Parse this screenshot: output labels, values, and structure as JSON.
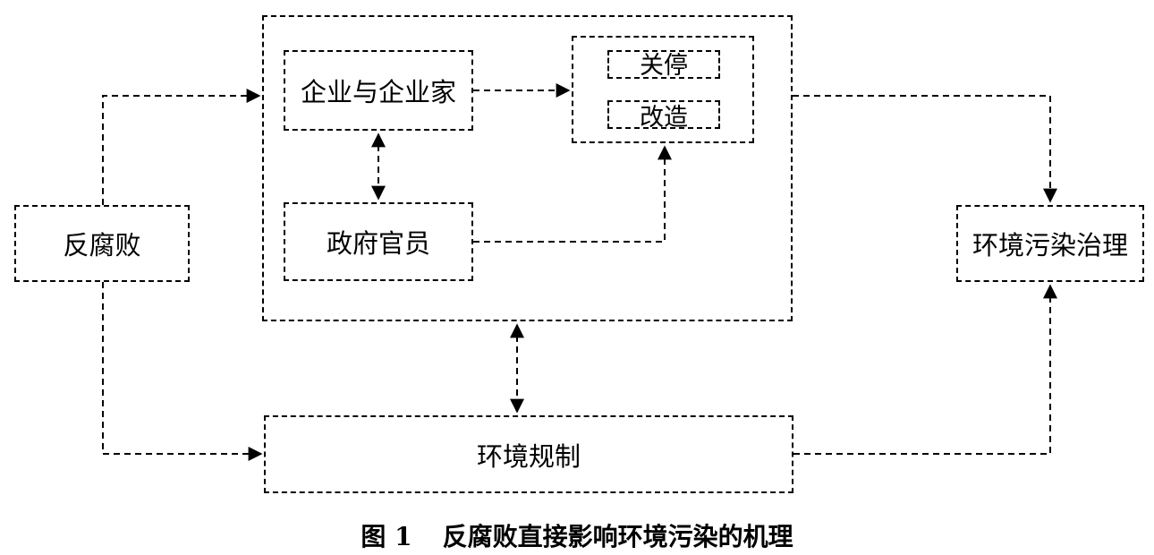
{
  "diagram": {
    "nodes": {
      "anti_corruption": "反腐败",
      "enterprise": "企业与企业家",
      "shutdown": "关停",
      "rebuild": "改造",
      "officials": "政府官员",
      "regulation": "环境规制",
      "pollution_control": "环境污染治理"
    },
    "caption": {
      "number": "图 1",
      "title": "反腐败直接影响环境污染的机理"
    }
  }
}
